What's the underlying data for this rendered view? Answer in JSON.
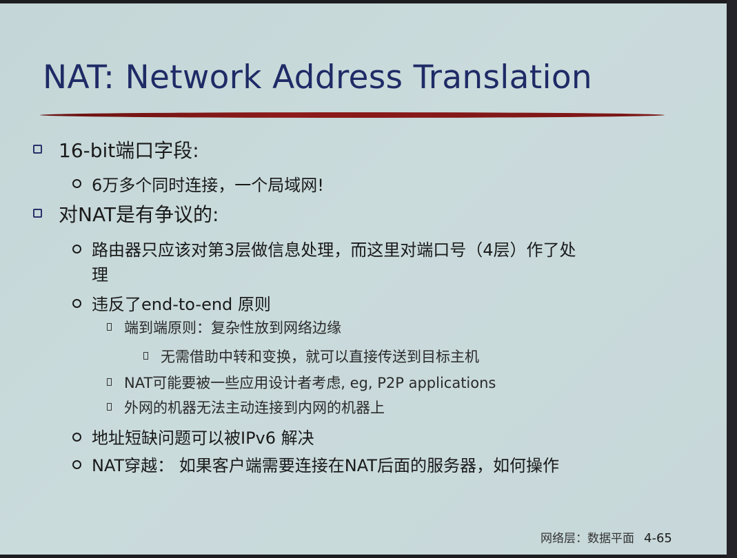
{
  "slide": {
    "title": "NAT: Network Address Translation",
    "items": [
      {
        "level": 1,
        "text": "16-bit端口字段:"
      },
      {
        "level": 2,
        "text": "6万多个同时连接，一个局域网!"
      },
      {
        "level": 1,
        "text": "对NAT是有争议的:"
      },
      {
        "level": 2,
        "text": "路由器只应该对第3层做信息处理，而这里对端口号（4层）作了处",
        "continuation": "理"
      },
      {
        "level": 2,
        "text": "违反了end-to-end 原则"
      },
      {
        "level": 3,
        "text": "端到端原则：复杂性放到网络边缘"
      },
      {
        "level": 4,
        "text": "无需借助中转和变换，就可以直接传送到目标主机"
      },
      {
        "level": 3,
        "text": "NAT可能要被一些应用设计者考虑, eg, P2P applications"
      },
      {
        "level": 3,
        "text": "外网的机器无法主动连接到内网的机器上"
      },
      {
        "level": 2,
        "text": "地址短缺问题可以被IPv6 解决"
      },
      {
        "level": 2,
        "text": "NAT穿越： 如果客户端需要连接在NAT后面的服务器，如何操作"
      }
    ],
    "footer": {
      "section": "网络层：数据平面",
      "page": "4-65"
    }
  },
  "colors": {
    "background": "#c8d9da",
    "title": "#1e2b66",
    "title_rule": "#8e1b1b",
    "bullet_square": "#2a2f6a",
    "text": "#1a1a1a"
  },
  "icons": {
    "level1_bullet": "square-bullet-icon",
    "level2_bullet": "circle-bullet-icon",
    "level3_bullet": "small-square-bullet-icon"
  }
}
